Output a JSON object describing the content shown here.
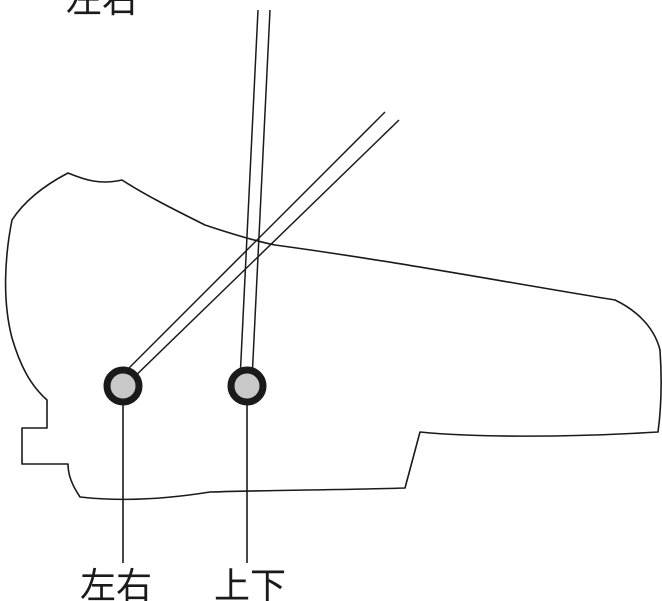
{
  "labels": {
    "top_left": "左右",
    "bottom_left": "左右",
    "bottom_right": "上下"
  },
  "colors": {
    "stroke": "#1a1a1a",
    "ring": "#1a1a1a",
    "knob_fill": "#c8c8c8",
    "background": "#ffffff"
  }
}
